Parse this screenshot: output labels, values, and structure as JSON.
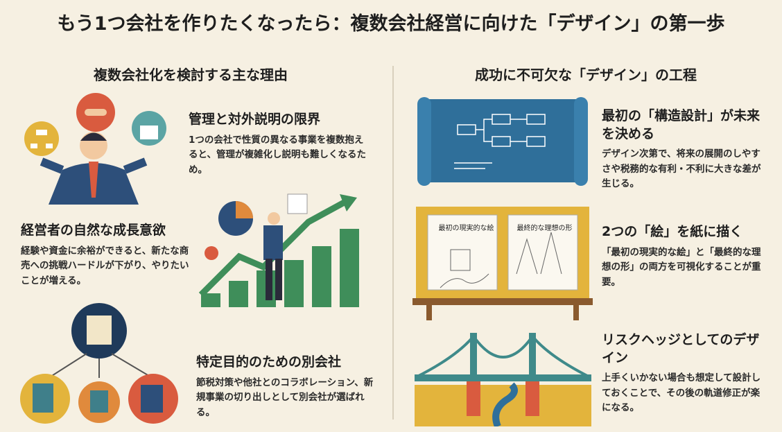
{
  "title": "もう1つ会社を作りたくなったら：複数会社経営に向けた「デザイン」の第一歩",
  "left": {
    "heading": "複数会社化を検討する主な理由",
    "sections": [
      {
        "title": "管理と対外説明の限界",
        "body": "1つの会社で性質の異なる事業を複数抱えると、管理が複雑化し説明も難しくなるため。"
      },
      {
        "title": "経営者の自然な成長意欲",
        "body": "経験や資金に余裕ができると、新たな商売への挑戦ハードルが下がり、やりたいことが増える。"
      },
      {
        "title": "特定目的のための別会社",
        "body": "節税対策や他社とのコラボレーション、新規事業の切り出しとして別会社が選ばれる。"
      }
    ]
  },
  "right": {
    "heading": "成功に不可欠な「デザイン」の工程",
    "sections": [
      {
        "title": "最初の「構造設計」が未来を決める",
        "body": "デザイン次第で、将来の展開のしやすさや税務的な有利・不利に大きな差が生じる。"
      },
      {
        "title": "2つの「絵」を紙に描く",
        "body": "「最初の現実的な絵」と「最終的な理想の形」の両方を可視化することが重要。"
      },
      {
        "title": "リスクヘッジとしてのデザイン",
        "body": "上手くいかない場合も想定して設計しておくことで、その後の軌道修正が楽になる。"
      }
    ],
    "board_labels": [
      "最初の現実的な絵",
      "最終的な理想の形"
    ]
  }
}
